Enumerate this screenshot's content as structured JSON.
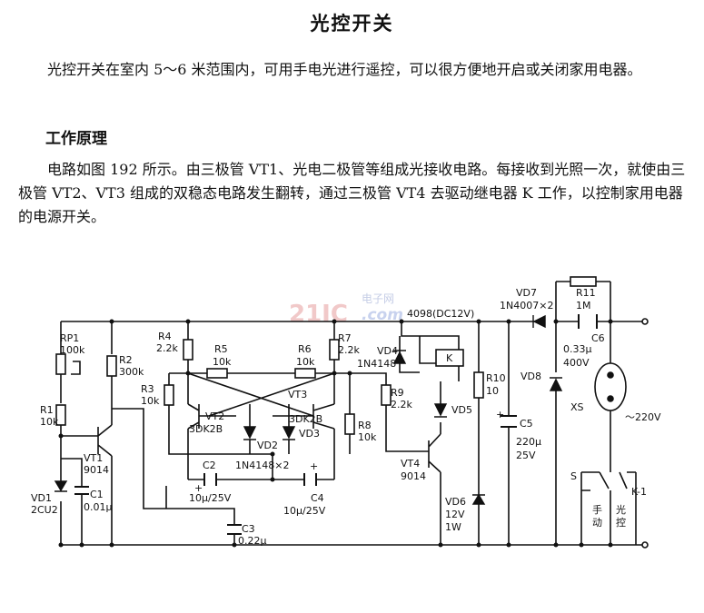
{
  "title": "光控开关",
  "intro": "光控开关在室内 5～6 米范围内，可用手电光进行遥控，可以很方便地开启或关闭家用电器。",
  "section_heading": "工作原理",
  "principle": "电路如图 192 所示。由三极管 VT1、光电二极管等组成光接收电路。每接收到光照一次，就使由三极管 VT2、VT3 组成的双稳态电路发生翻转，通过三极管 VT4 去驱动继电器 K 工作，以控制家用电器的电源开关。",
  "watermark": {
    "brand": "21IC",
    "site_cn": "电子网",
    "com": ".com"
  },
  "circuit": {
    "rp1": "RP1",
    "rp1_val": "100k",
    "r1": "R1",
    "r1_val": "10k",
    "r2": "R2",
    "r2_val": "300k",
    "vt1": "VT1",
    "vt1_val": "9014",
    "vd1": "VD1",
    "vd1_val": "2CU2",
    "c1": "C1",
    "c1_val": "0.01μ",
    "r3": "R3",
    "r3_val": "10k",
    "r4": "R4",
    "r4_val": "2.2k",
    "r5": "R5",
    "r5_val": "10k",
    "r6": "R6",
    "r6_val": "10k",
    "r7": "R7",
    "r7_val": "2.2k",
    "r8": "R8",
    "r8_val": "10k",
    "vt2": "VT2",
    "vt2_val": "3DK2B",
    "vt3": "VT3",
    "vt3_val": "3DK2B",
    "vd2": "VD2",
    "vd3": "VD3",
    "vd2_vd3_val": "1N4148×2",
    "c2": "C2",
    "c2_val": "10μ/25V",
    "c3": "C3",
    "c3_val": "0.22μ",
    "c4": "C4",
    "c4_val": "10μ/25V",
    "relay_model": "4098(DC12V)",
    "vd4": "VD4",
    "vd4_val": "1N4148",
    "relay": "K",
    "r9": "R9",
    "r9_val": "2.2k",
    "vd5": "VD5",
    "vt4": "VT4",
    "vt4_val": "9014",
    "vd6": "VD6",
    "vd6_v": "12V",
    "vd6_w": "1W",
    "r10": "R10",
    "r10_val": "10",
    "c5": "C5",
    "c5_val": "220μ",
    "c5_v": "25V",
    "vd7": "VD7",
    "vd7_val": "1N4007×2",
    "vd8": "VD8",
    "r11": "R11",
    "r11_val": "1M",
    "c6": "C6",
    "c6_val": "0.33μ",
    "c6_v": "400V",
    "xs": "XS",
    "mains": "～220V",
    "s": "S",
    "s_label1": "手",
    "s_label2": "动",
    "k1": "K-1",
    "k1_label1": "光",
    "k1_label2": "控",
    "plus": "+"
  }
}
